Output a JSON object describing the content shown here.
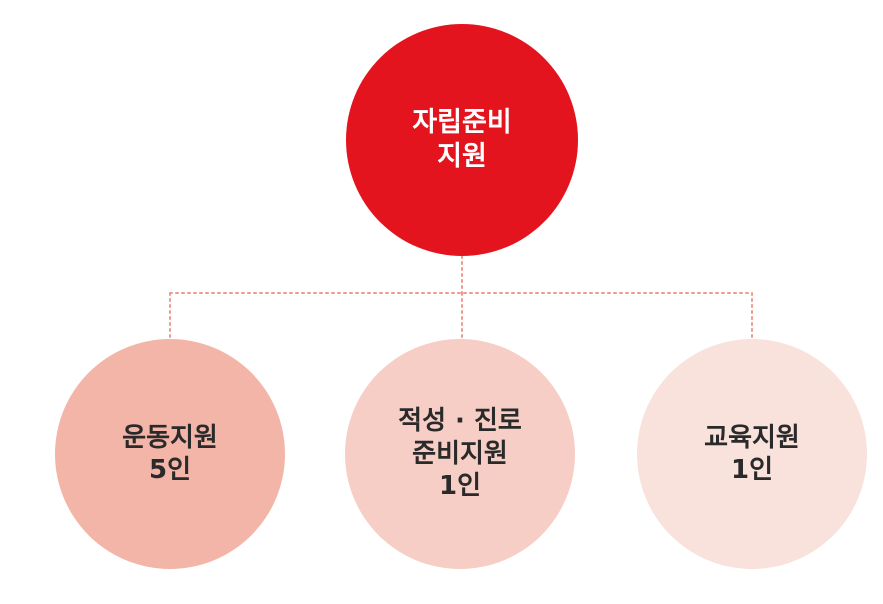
{
  "diagram": {
    "root": {
      "lines": [
        "자립준비",
        "지원"
      ],
      "fill": "#e4141e",
      "text_color": "#ffffff"
    },
    "connector_color": "#ef9a8e",
    "children": [
      {
        "lines": [
          "운동지원",
          "5인"
        ],
        "fill": "#f3b5a8",
        "text_color": "#2a2a2a"
      },
      {
        "lines": [
          "적성 · 진로",
          "준비지원",
          "1인"
        ],
        "fill": "#f6cec5",
        "text_color": "#2a2a2a"
      },
      {
        "lines": [
          "교육지원",
          "1인"
        ],
        "fill": "#f9e1dc",
        "text_color": "#2a2a2a"
      }
    ]
  }
}
